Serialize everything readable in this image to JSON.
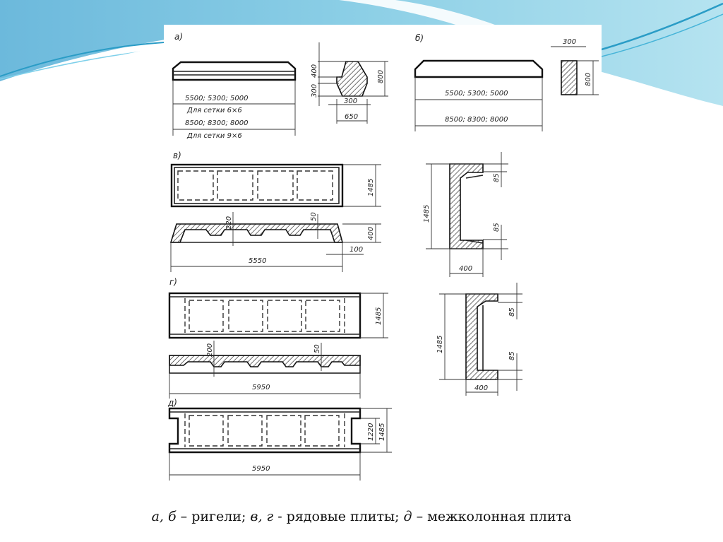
{
  "figure": {
    "a": {
      "label": "а)",
      "length_6x6": "5500; 5300; 5000",
      "grid_6x6": "Для   сетки  6×6",
      "length_9x6": "8500; 8300; 8000",
      "grid_9x6": "Для   сетки  9×6",
      "dim_400": "400",
      "dim_300": "300",
      "dim_800": "800",
      "dim_300b": "300",
      "dim_650": "650"
    },
    "b": {
      "label": "б)",
      "length_1": "5500; 5300; 5000",
      "length_2": "8500; 8300; 8000",
      "dim_300": "300",
      "dim_800": "800"
    },
    "v": {
      "label": "в)",
      "dim_1485": "1485",
      "dim_220": "220",
      "dim_50": "50",
      "dim_400": "400",
      "dim_100": "100",
      "dim_5550": "5550",
      "sec_1485": "1485",
      "sec_85a": "85",
      "sec_85b": "85",
      "sec_400": "400"
    },
    "g": {
      "label": "г)",
      "dim_1485": "1485",
      "dim_200": "200",
      "dim_50": "50",
      "dim_5950": "5950",
      "sec_1485": "1485",
      "sec_85a": "85",
      "sec_85b": "85",
      "sec_400": "400"
    },
    "d": {
      "label": "д)",
      "dim_1220": "1220",
      "dim_1485": "1485",
      "dim_5950": "5950"
    }
  },
  "caption": {
    "part1": "а, б",
    "text1": " – ригели; ",
    "part2": "в, г",
    "text2": " - рядовые плиты; ",
    "part3": "д",
    "text3": " – межколонная плита"
  },
  "colors": {
    "band_dark": "#5aaed3",
    "band_light": "#aee0ee",
    "accent": "#2a9cc6"
  }
}
